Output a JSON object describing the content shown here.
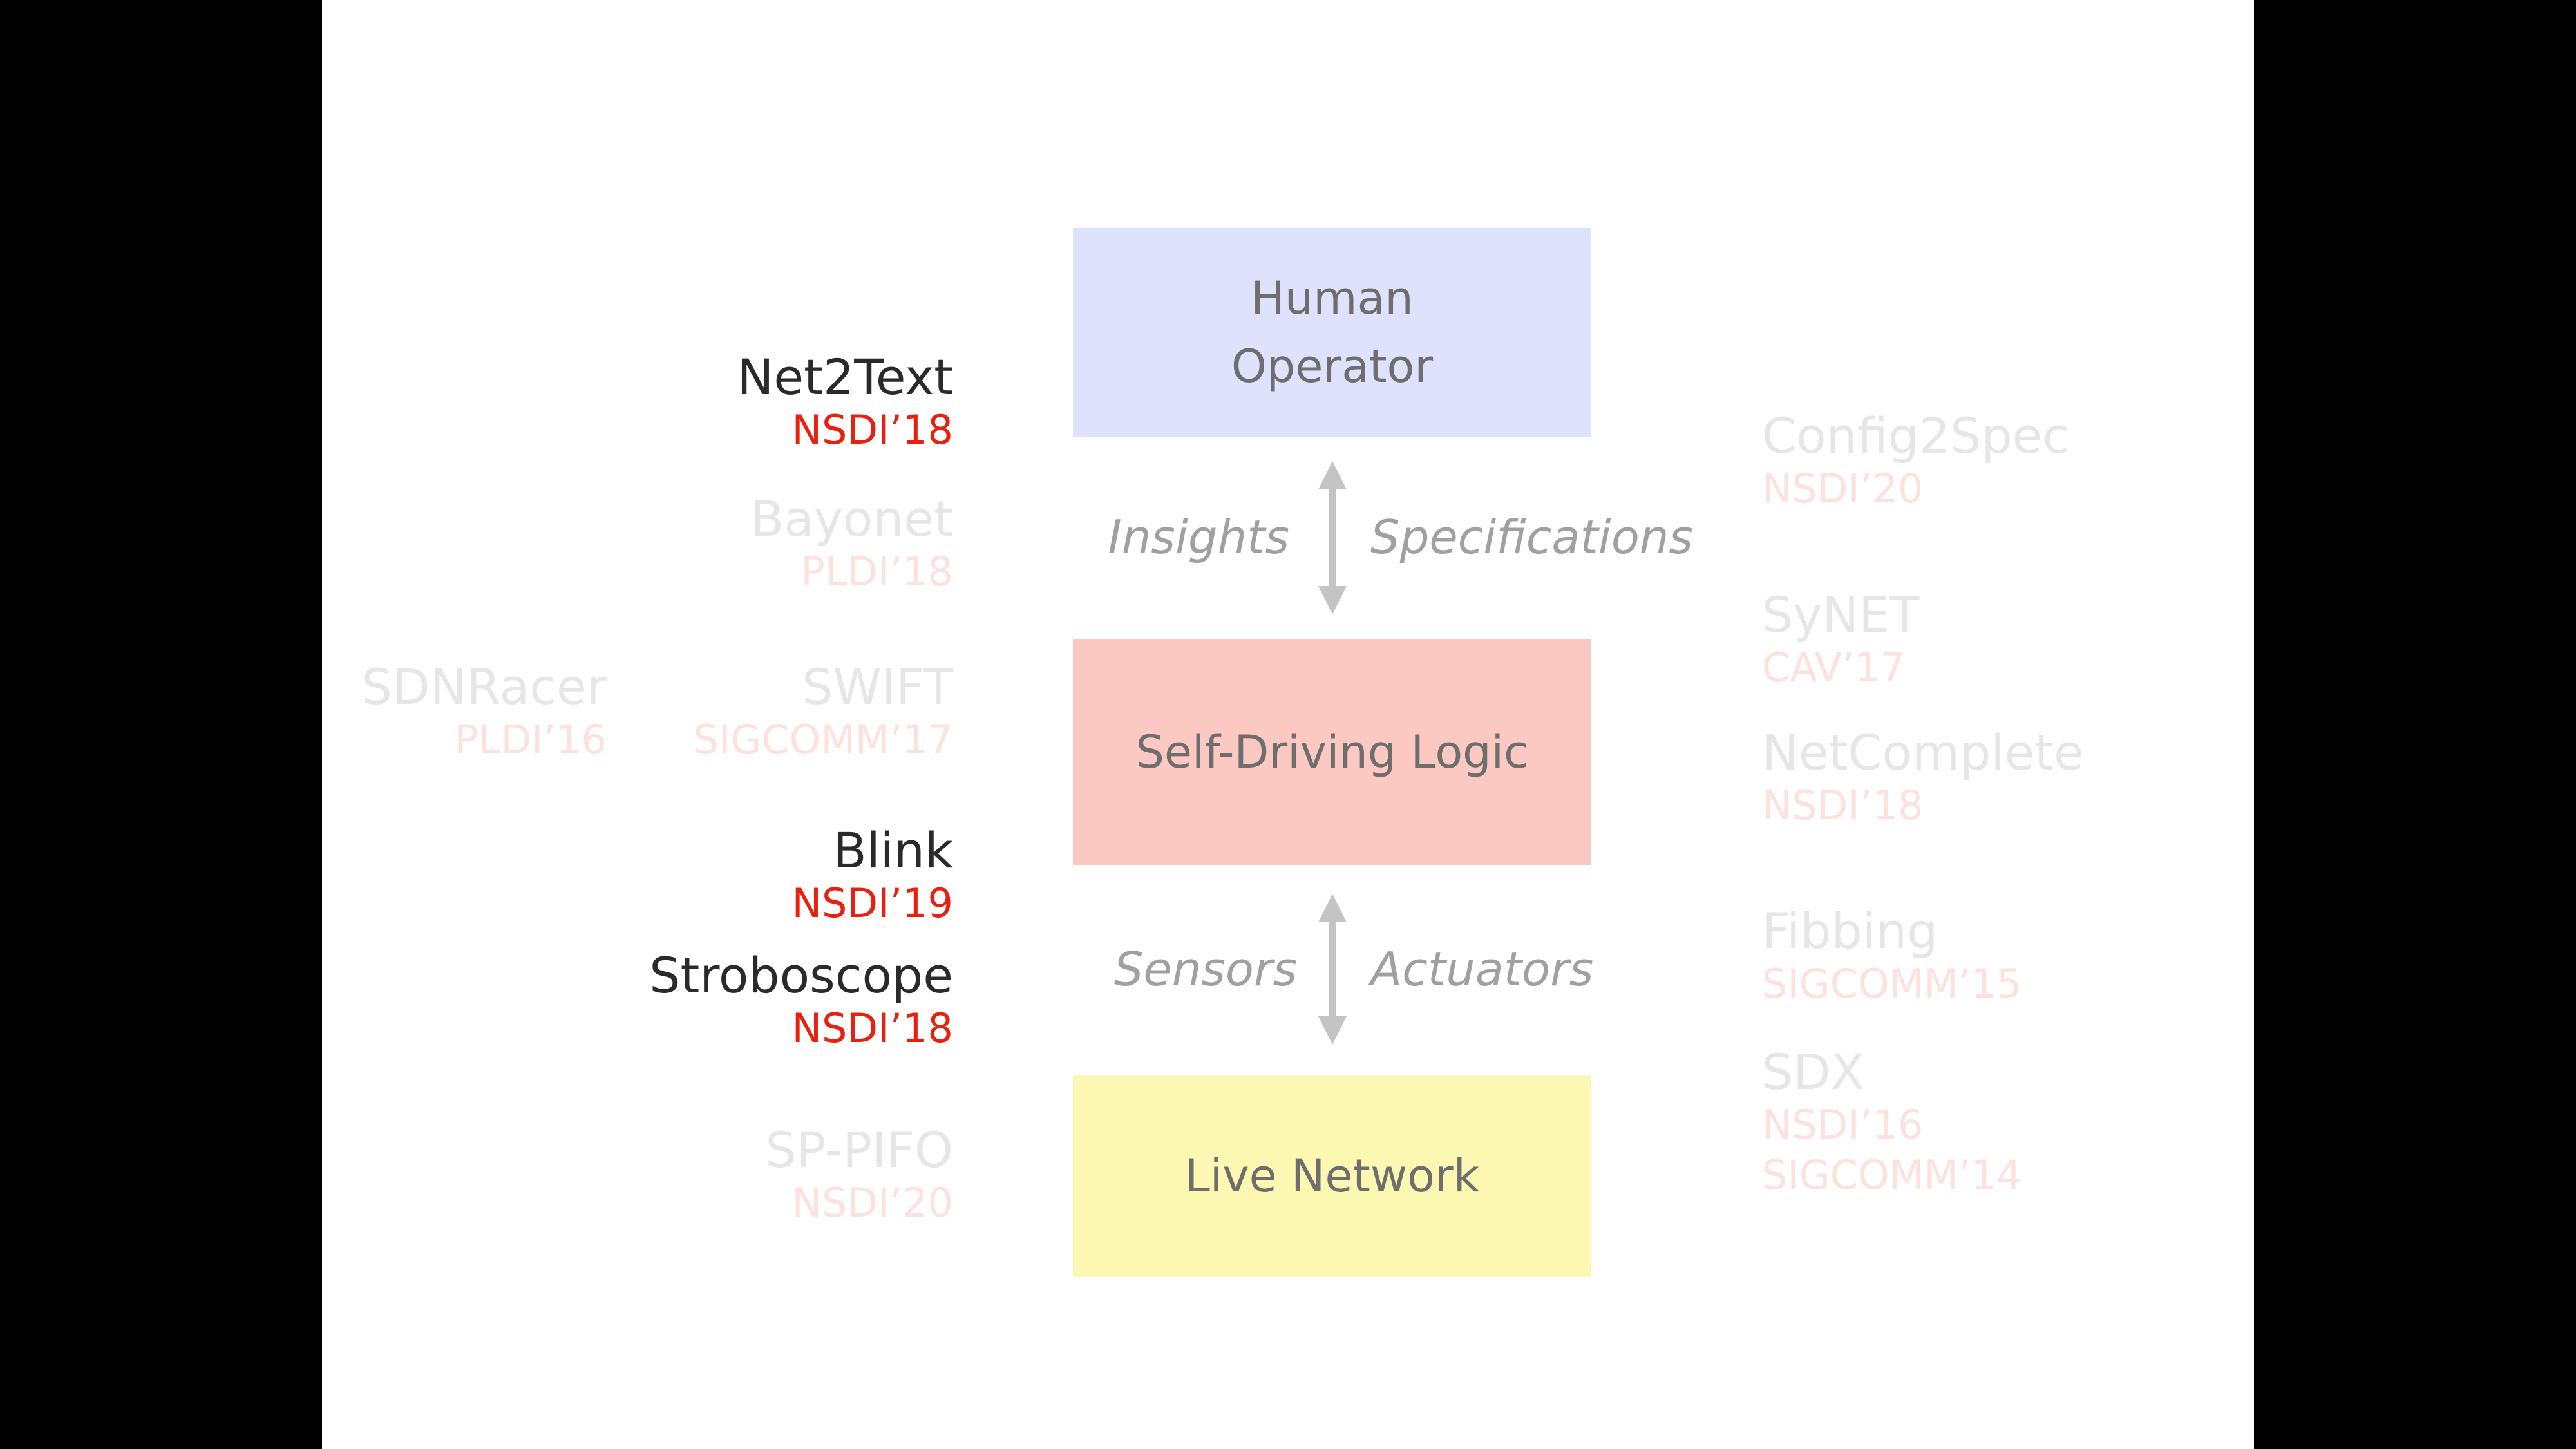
{
  "nodes": {
    "human": {
      "lines": [
        "Human",
        "Operator"
      ],
      "color": "#dfe2fc"
    },
    "logic": {
      "lines": [
        "Self-Driving Logic"
      ],
      "color": "#fcc8c2"
    },
    "live": {
      "lines": [
        "Live Network"
      ],
      "color": "#fcf8b2"
    }
  },
  "edges": {
    "top": {
      "left_label": "Insights",
      "right_label": "Specifications"
    },
    "bottom": {
      "left_label": "Sensors",
      "right_label": "Actuators"
    }
  },
  "references_left": [
    {
      "id": "net2text",
      "name": "Net2Text",
      "venues": [
        "NSDI’18"
      ],
      "state": "active"
    },
    {
      "id": "bayonet",
      "name": "Bayonet",
      "venues": [
        "PLDI’18"
      ],
      "state": "faded"
    },
    {
      "id": "swift",
      "name": "SWIFT",
      "venues": [
        "SIGCOMM’17"
      ],
      "state": "faded"
    },
    {
      "id": "sdnracer",
      "name": "SDNRacer",
      "venues": [
        "PLDI’16"
      ],
      "state": "faded"
    },
    {
      "id": "blink",
      "name": "Blink",
      "venues": [
        "NSDI’19"
      ],
      "state": "active"
    },
    {
      "id": "stroboscope",
      "name": "Stroboscope",
      "venues": [
        "NSDI’18"
      ],
      "state": "active"
    },
    {
      "id": "sppifo",
      "name": "SP-PIFO",
      "venues": [
        "NSDI’20"
      ],
      "state": "faded"
    }
  ],
  "references_right": [
    {
      "id": "config2spec",
      "name": "Config2Spec",
      "venues": [
        "NSDI’20"
      ],
      "state": "faded"
    },
    {
      "id": "synet",
      "name": "SyNET",
      "venues": [
        "CAV’17"
      ],
      "state": "faded"
    },
    {
      "id": "netcomplete",
      "name": "NetComplete",
      "venues": [
        "NSDI’18"
      ],
      "state": "faded"
    },
    {
      "id": "fibbing",
      "name": "Fibbing",
      "venues": [
        "SIGCOMM’15"
      ],
      "state": "faded"
    },
    {
      "id": "sdx",
      "name": "SDX",
      "venues": [
        "NSDI’16",
        "SIGCOMM’14"
      ],
      "state": "faded"
    }
  ],
  "colors": {
    "active_name": "#2a2a2a",
    "active_venue": "#e8200f",
    "faded_name": "#e6e6e6",
    "faded_venue": "#fde1dd",
    "arrow": "#c4c4c4",
    "edge_label": "#a0a0a0"
  }
}
